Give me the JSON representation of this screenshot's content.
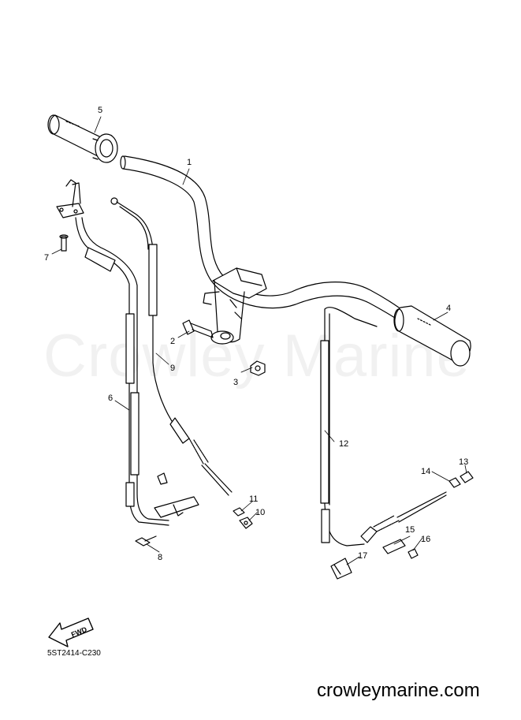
{
  "diagram": {
    "code": "5ST2414-C230",
    "watermark": "Crowley Marine",
    "site": "crowleymarine.com",
    "fwd_label": "FWD",
    "callouts": [
      "1",
      "2",
      "3",
      "4",
      "5",
      "6",
      "7",
      "8",
      "9",
      "10",
      "11",
      "12",
      "13",
      "14",
      "15",
      "16",
      "17"
    ]
  }
}
